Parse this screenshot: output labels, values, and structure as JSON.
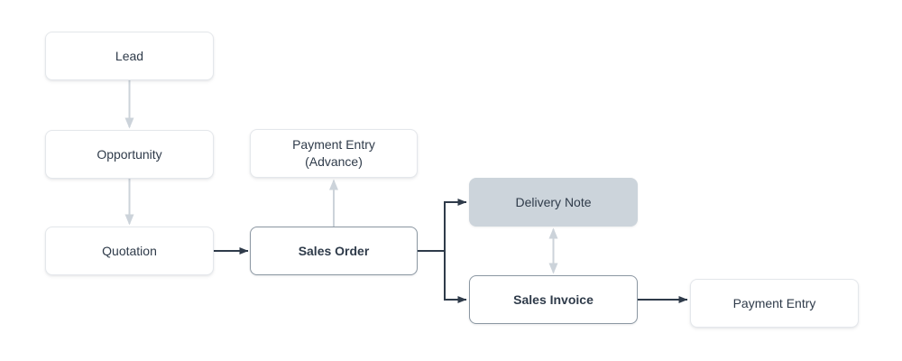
{
  "diagram": {
    "type": "flowchart",
    "colors": {
      "background": "#ffffff",
      "node_fill": "#ffffff",
      "node_border_light": "#e4e7eb",
      "node_border_strong": "#8b97a2",
      "node_fill_muted": "#ccd4db",
      "edge_dark": "#2f3b4a",
      "edge_light": "#ccd3da",
      "text": "#2f3b4a"
    },
    "nodes": {
      "lead": {
        "label": "Lead",
        "style": "light"
      },
      "opportunity": {
        "label": "Opportunity",
        "style": "light"
      },
      "quotation": {
        "label": "Quotation",
        "style": "light"
      },
      "payment_entry_advance": {
        "label_line1": "Payment Entry",
        "label_line2": "(Advance)",
        "style": "light"
      },
      "sales_order": {
        "label": "Sales Order",
        "style": "strong"
      },
      "delivery_note": {
        "label": "Delivery Note",
        "style": "muted"
      },
      "sales_invoice": {
        "label": "Sales Invoice",
        "style": "strong"
      },
      "payment_entry": {
        "label": "Payment Entry",
        "style": "light"
      }
    },
    "edges": [
      {
        "from": "lead",
        "to": "opportunity",
        "style": "light",
        "direction": "down"
      },
      {
        "from": "opportunity",
        "to": "quotation",
        "style": "light",
        "direction": "down"
      },
      {
        "from": "quotation",
        "to": "sales_order",
        "style": "dark",
        "direction": "right"
      },
      {
        "from": "sales_order",
        "to": "payment_entry_advance",
        "style": "light",
        "direction": "up"
      },
      {
        "from": "sales_order",
        "to": "delivery_note",
        "style": "dark",
        "direction": "right"
      },
      {
        "from": "sales_order",
        "to": "sales_invoice",
        "style": "dark",
        "direction": "right"
      },
      {
        "from": "delivery_note",
        "to": "sales_invoice",
        "style": "light",
        "direction": "both"
      },
      {
        "from": "sales_invoice",
        "to": "payment_entry",
        "style": "dark",
        "direction": "right"
      }
    ]
  }
}
